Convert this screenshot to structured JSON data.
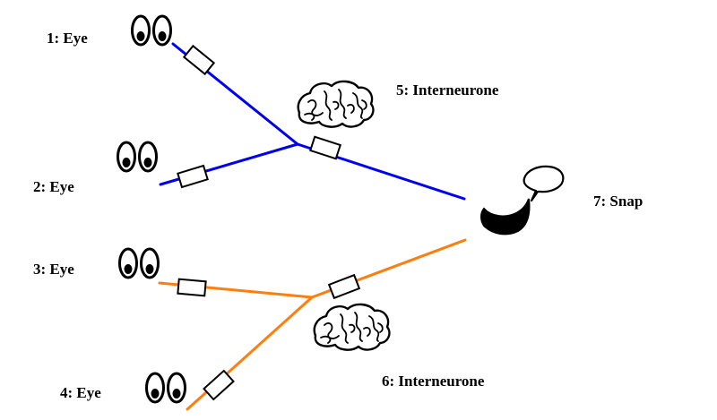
{
  "diagram": {
    "nodes": [
      {
        "id": "1",
        "label": "1: Eye",
        "kind": "eye-icon"
      },
      {
        "id": "2",
        "label": "2: Eye",
        "kind": "eye-icon"
      },
      {
        "id": "3",
        "label": "3: Eye",
        "kind": "eye-icon"
      },
      {
        "id": "4",
        "label": "4: Eye",
        "kind": "eye-icon"
      },
      {
        "id": "5",
        "label": "5: Interneurone",
        "kind": "brain-icon"
      },
      {
        "id": "6",
        "label": "6: Interneurone",
        "kind": "brain-icon"
      },
      {
        "id": "7",
        "label": "7: Snap",
        "kind": "mouth-speech-icon"
      }
    ],
    "edges": [
      {
        "from": "1",
        "to": "5",
        "color": "#0000ee"
      },
      {
        "from": "2",
        "to": "5",
        "color": "#0000ee"
      },
      {
        "from": "5",
        "to": "7",
        "color": "#0000ee"
      },
      {
        "from": "3",
        "to": "6",
        "color": "#ff7f0e"
      },
      {
        "from": "4",
        "to": "6",
        "color": "#ff7f0e"
      },
      {
        "from": "6",
        "to": "7",
        "color": "#ff7f0e"
      }
    ]
  }
}
